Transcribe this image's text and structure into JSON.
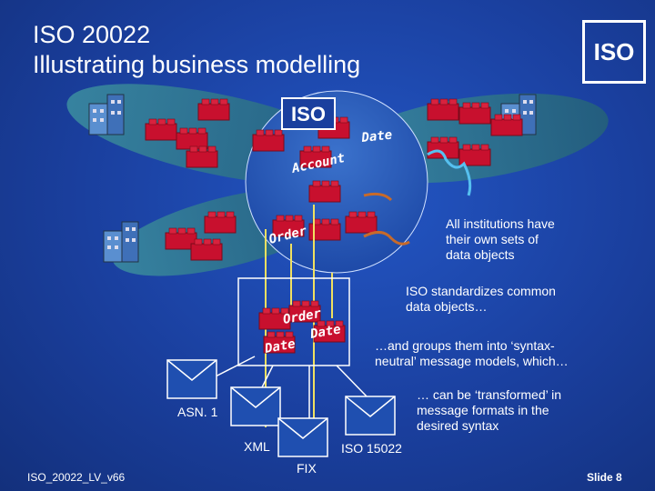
{
  "title_line1": "ISO 20022",
  "title_line2": "Illustrating business modelling",
  "logo_text": "ISO",
  "center_logo_text": "ISO",
  "tags": {
    "date_top": "Date",
    "account": "Account",
    "order_top": "Order",
    "order_box": "Order",
    "date_box_right": "Date",
    "date_box_left": "Date"
  },
  "notes": {
    "institutions": [
      "All institutions have",
      "their own sets of",
      "data objects"
    ],
    "iso_std": [
      "ISO standardizes common",
      "data objects…"
    ],
    "groups": [
      "…and groups them into ‘syntax-",
      "neutral’ message models, which…"
    ],
    "transformed": [
      "… can be ‘transformed’ in",
      "message formats in the",
      "desired syntax"
    ]
  },
  "formats": {
    "asn1": "ASN. 1",
    "xml": "XML",
    "fix": "FIX",
    "iso15022": "ISO 15022"
  },
  "footer_left": "ISO_20022_LV_v66",
  "footer_right": "Slide 8",
  "colors": {
    "background": "#1a3f9e",
    "brick": "#c8102e",
    "ellipse": "#2a6e8a",
    "sphere": "#2a5fb8"
  }
}
